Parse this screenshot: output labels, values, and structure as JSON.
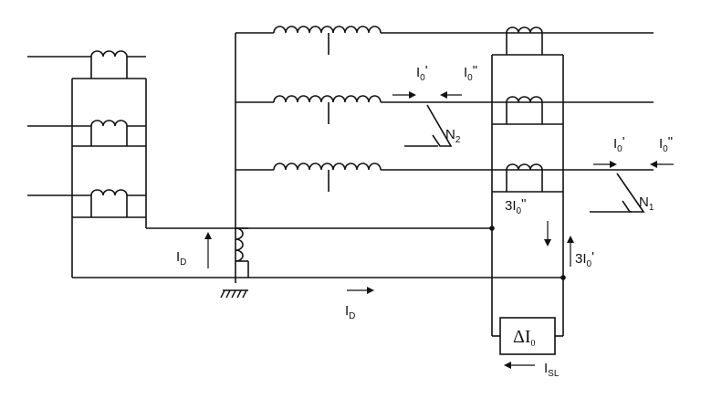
{
  "labels": {
    "id_main": "I",
    "id_main_sub": "D",
    "id_bottom": "I",
    "id_bottom_sub": "D",
    "i0p_upper": "I",
    "i0p_upper_sub": "0",
    "i0p_upper_mark": "'",
    "i0pp_upper": "I",
    "i0pp_upper_sub": "0",
    "i0pp_upper_mark": "\"",
    "i0p_right": "I",
    "i0p_right_sub": "0",
    "i0p_right_mark": "'",
    "i0pp_right": "I",
    "i0pp_right_sub": "0",
    "i0pp_right_mark": "\"",
    "n2": "N",
    "n2_sub": "2",
    "n1": "N",
    "n1_sub": "1",
    "three_i0pp": "3I",
    "three_i0pp_sub": "0",
    "three_i0pp_mark": "\"",
    "three_i0p": "3I",
    "three_i0p_sub": "0",
    "three_i0p_mark": "'",
    "delta_i0": "ΔI",
    "delta_i0_sub": "0",
    "isl": "I",
    "isl_sub": "SL"
  }
}
